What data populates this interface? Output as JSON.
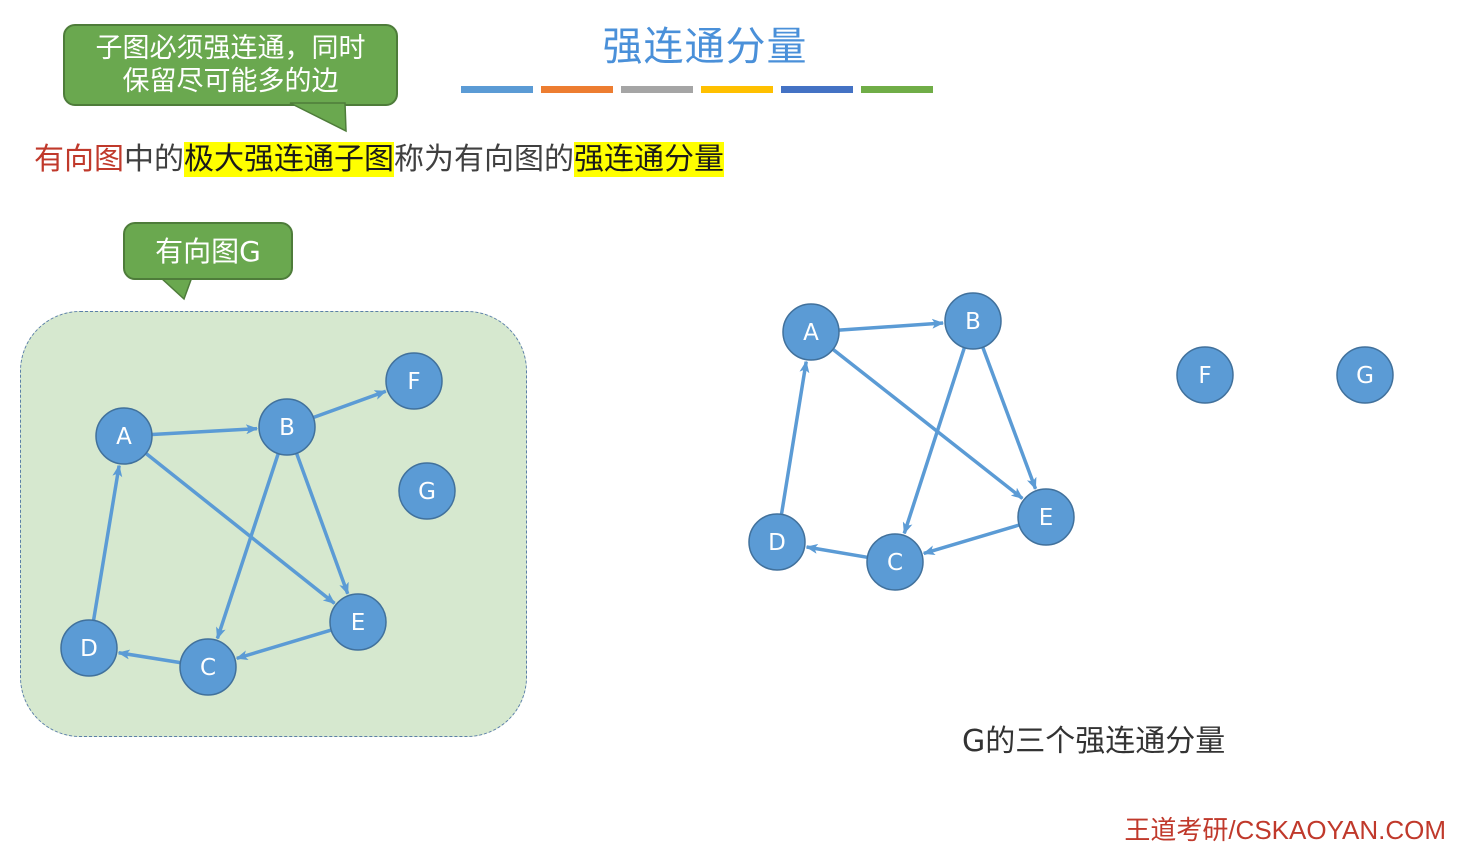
{
  "slide": {
    "title": "强连通分量",
    "callout_top_line1": "子图必须强连通，同时",
    "callout_top_line2": "保留尽可能多的边",
    "definition": {
      "part1": "有向图",
      "part2": "中的",
      "part3": "极大强连通子图",
      "part4": "称为有向图的",
      "part5": "强连通分量"
    },
    "graph_label": "有向图G",
    "components_caption": "G的三个强连通分量",
    "brand": "王道考研/CSKAOYAN.COM"
  },
  "colors": {
    "accent_bars": [
      "#5b9bd5",
      "#ed7d31",
      "#a5a5a5",
      "#ffc000",
      "#4472c4",
      "#70ad47"
    ],
    "node_fill": "#5b9bd5",
    "node_stroke": "#41719c",
    "edge": "#5b9bd5",
    "callout_fill": "#6aa84f",
    "highlight": "#ffff00"
  },
  "graph_g": {
    "nodes": [
      "A",
      "B",
      "C",
      "D",
      "E",
      "F",
      "G"
    ],
    "edges": [
      [
        "A",
        "B"
      ],
      [
        "B",
        "F"
      ],
      [
        "A",
        "E"
      ],
      [
        "B",
        "C"
      ],
      [
        "B",
        "E"
      ],
      [
        "E",
        "C"
      ],
      [
        "C",
        "D"
      ],
      [
        "D",
        "A"
      ]
    ]
  },
  "components": {
    "nodes": [
      "A",
      "B",
      "C",
      "D",
      "E",
      "F",
      "G"
    ],
    "edges": [
      [
        "A",
        "B"
      ],
      [
        "A",
        "E"
      ],
      [
        "B",
        "C"
      ],
      [
        "B",
        "E"
      ],
      [
        "E",
        "C"
      ],
      [
        "C",
        "D"
      ],
      [
        "D",
        "A"
      ]
    ]
  }
}
